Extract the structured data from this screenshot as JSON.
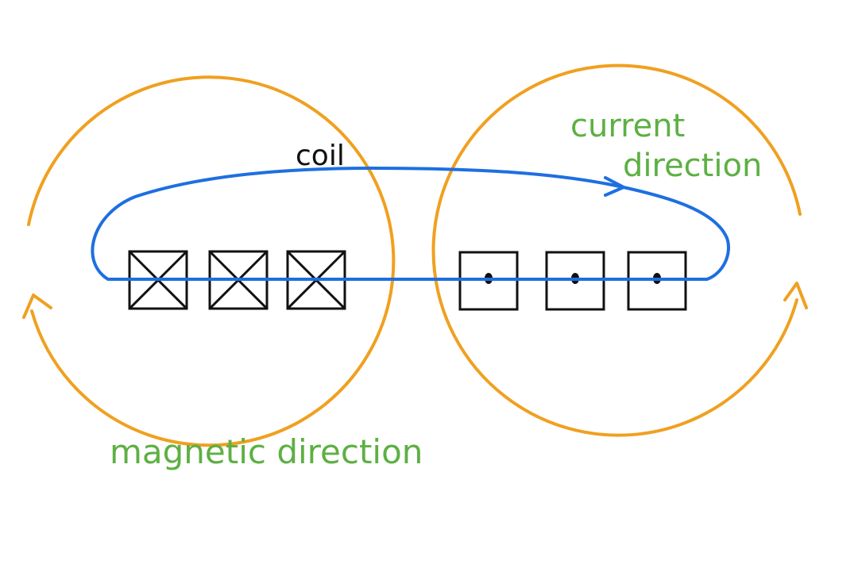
{
  "labels": {
    "coil": "coil",
    "current_direction_line1": "current",
    "current_direction_line2": "direction",
    "magnetic_direction": "magnetic direction"
  },
  "colors": {
    "field_loop": "#F0A020",
    "coil_wire": "#1E6FE0",
    "conductor": "#111111",
    "annotation": "#5DB043",
    "coil_label": "#111111"
  },
  "conductors": {
    "into_page_count": 3,
    "out_of_page_count": 3
  }
}
